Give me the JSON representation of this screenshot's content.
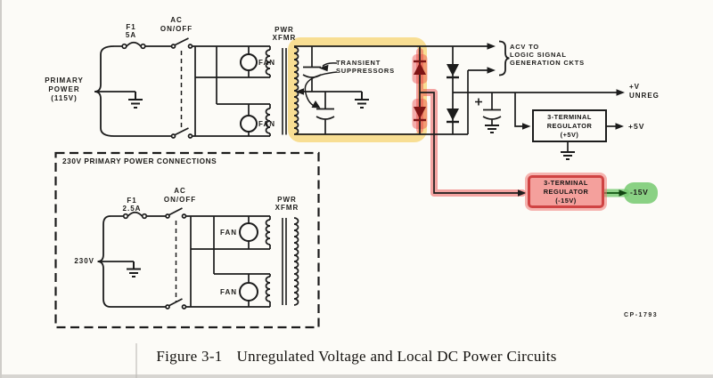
{
  "colors": {
    "line": "#1c1c1c",
    "highlight_yellow": "#F4C642",
    "highlight_red": "#E94C4C",
    "highlight_green": "#76C970",
    "regulator15_fill": "#F4A09C",
    "regulator15_border": "#CF4343",
    "paper": "#FCFBF7"
  },
  "diagram": {
    "primary_115": {
      "source_line1": "PRIMARY",
      "source_line2": "POWER",
      "source_line3": "(115V)",
      "fuse_designator": "F1",
      "fuse_rating": "5A",
      "switch_line1": "AC",
      "switch_line2": "ON/OFF",
      "transformer_line1": "PWR",
      "transformer_line2": "XFMR",
      "fan_label": "FAN"
    },
    "suppressor": {
      "line1": "TRANSIENT",
      "line2": "SUPPRESSORS"
    },
    "outputs": {
      "acv_line1": "ACV TO",
      "acv_line2": "LOGIC SIGNAL",
      "acv_line3": "GENERATION CKTS",
      "unreg_line1": "+V",
      "unreg_line2": "UNREG"
    },
    "regulator_5v": {
      "line1": "3-TERMINAL",
      "line2": "REGULATOR",
      "line3": "(+5V)",
      "output": "+5V"
    },
    "regulator_15v": {
      "line1": "3-TERMINAL",
      "line2": "REGULATOR",
      "line3": "(-15V)",
      "output": "-15V"
    },
    "primary_230": {
      "title": "230V PRIMARY POWER CONNECTIONS",
      "source_label": "230V",
      "fuse_designator": "F1",
      "fuse_rating": "2.5A",
      "switch_line1": "AC",
      "switch_line2": "ON/OFF",
      "transformer_line1": "PWR",
      "transformer_line2": "XFMR",
      "fan_label": "FAN"
    },
    "drawing_number": "CP-1793"
  },
  "caption": {
    "figure_label": "Figure 3-1",
    "figure_title": "Unregulated Voltage and Local DC Power Circuits"
  }
}
